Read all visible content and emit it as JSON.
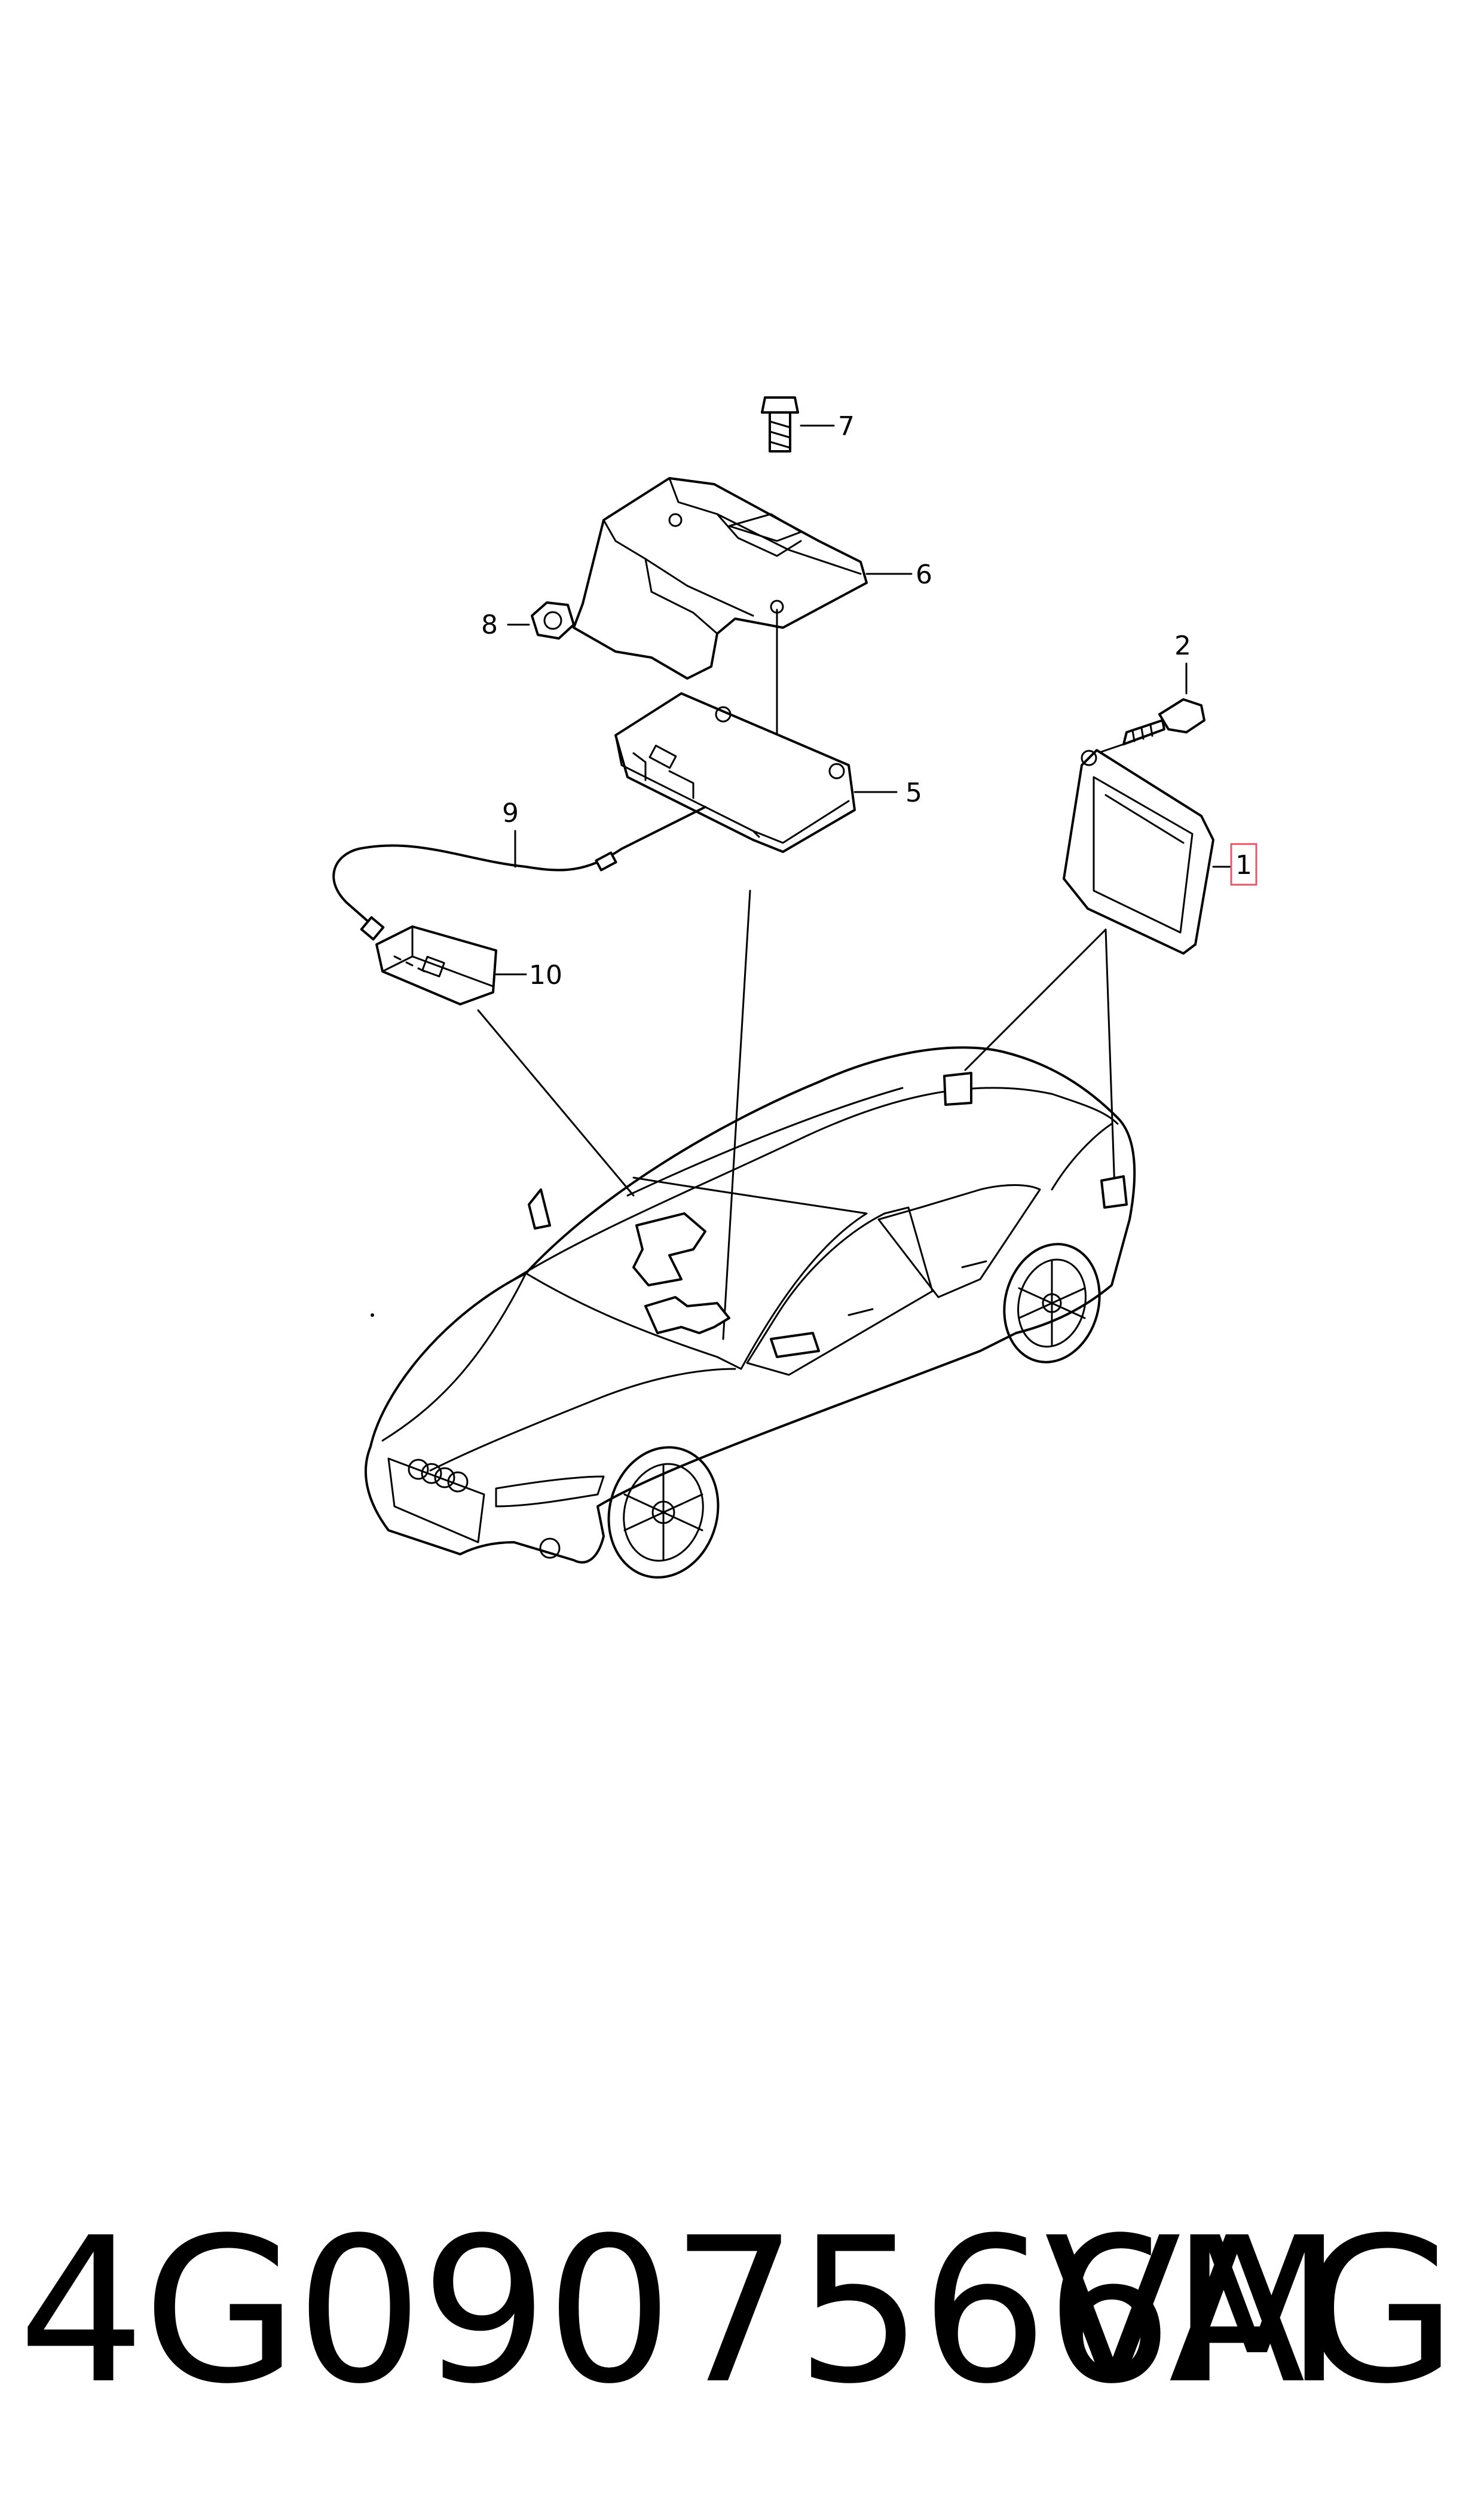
{
  "callouts": {
    "c1": "1",
    "c2": "2",
    "c5": "5",
    "c6": "6",
    "c7": "7",
    "c8": "8",
    "c9": "9",
    "c10": "10"
  },
  "footer": {
    "part_number": "4G0907566M",
    "brand": "VAG"
  },
  "colors": {
    "highlight_box": "#e05a6a",
    "line": "#000000"
  }
}
